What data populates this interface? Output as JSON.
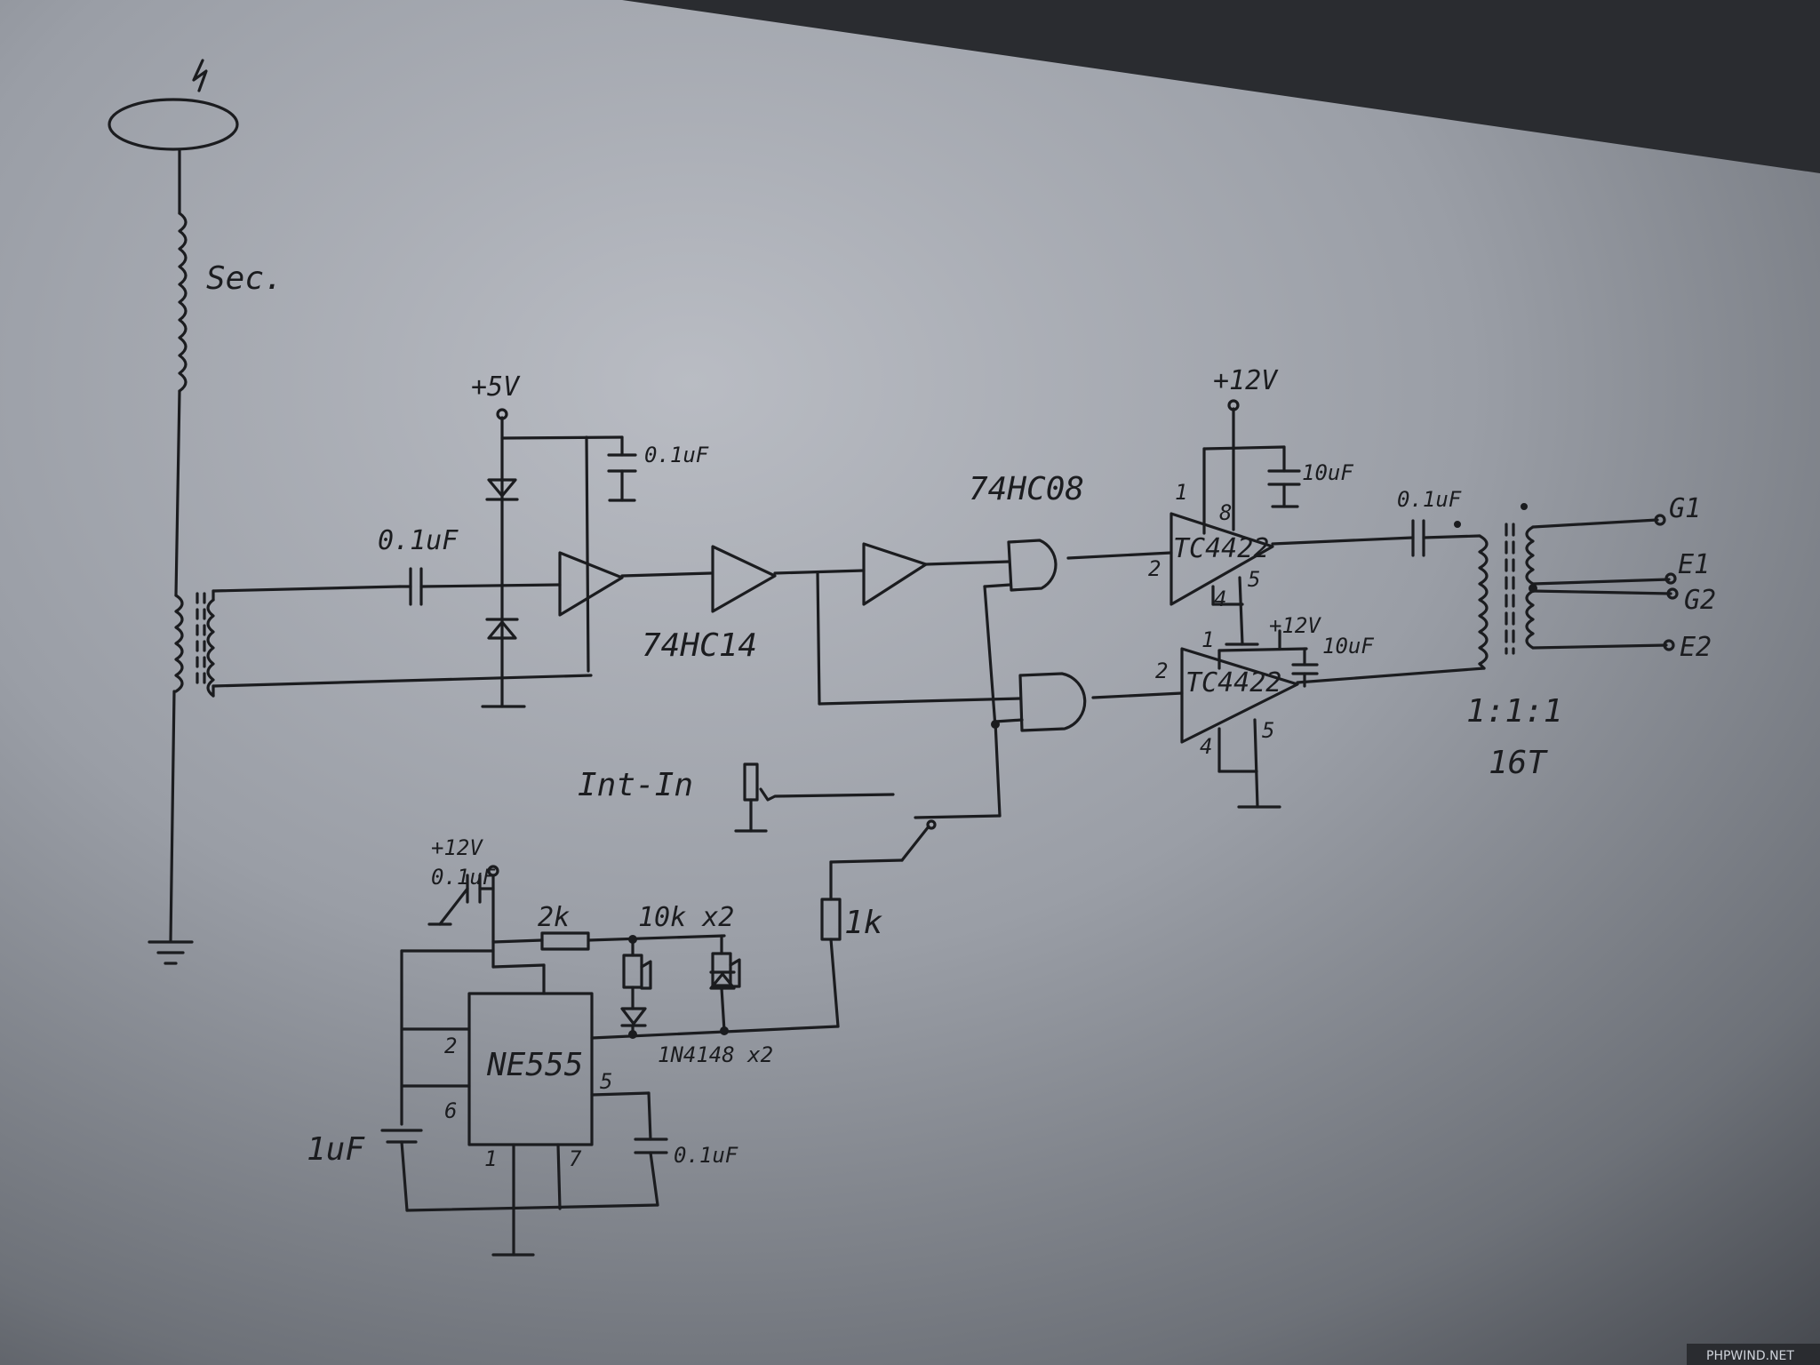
{
  "labels": {
    "sec": "Sec.",
    "plus5v": "+5V",
    "cap_top_5v": "0.1uF",
    "cap_input": "0.1uF",
    "ic_74hc14": "74HC14",
    "ic_74hc08": "74HC08",
    "plus12v_a": "+12V",
    "cap_10uf_a": "10uF",
    "pin1_a": "1",
    "pin8_a": "8",
    "pin2_a": "2",
    "pin4_a": "4",
    "pin5_a": "5",
    "driver_a": "TC4422",
    "cap_out": "0.1uF",
    "plus12v_b": "+12V",
    "cap_10uf_b": "10uF",
    "pin1_b": "1",
    "pin2_b": "2",
    "pin4_b": "4",
    "pin5_b": "5",
    "driver_b": "TC4422",
    "g1": "G1",
    "e1": "E1",
    "g2": "G2",
    "e2": "E2",
    "ratio": "1:1:1",
    "turns": "16T",
    "int_in": "Int-In",
    "plus12v_c": "+12V",
    "cap_timer_supply": "0.1uF",
    "res_2k": "2k",
    "res_10k": "10k x2",
    "res_1k": "1k",
    "diodes": "1N4148 x2",
    "timer": "NE555",
    "pin2_c": "2",
    "pin6_c": "6",
    "pin5_c": "5",
    "pin1_c": "1",
    "pin7_c": "7",
    "cap_1uf": "1uF",
    "cap_timer_ctrl": "0.1uF",
    "watermark": "PHPWIND.NET"
  },
  "colors": {
    "ink": "#1b1c1f",
    "paper_light": "#b5b8bf",
    "paper_dark": "#3e4147",
    "background": "#2a2c30"
  }
}
